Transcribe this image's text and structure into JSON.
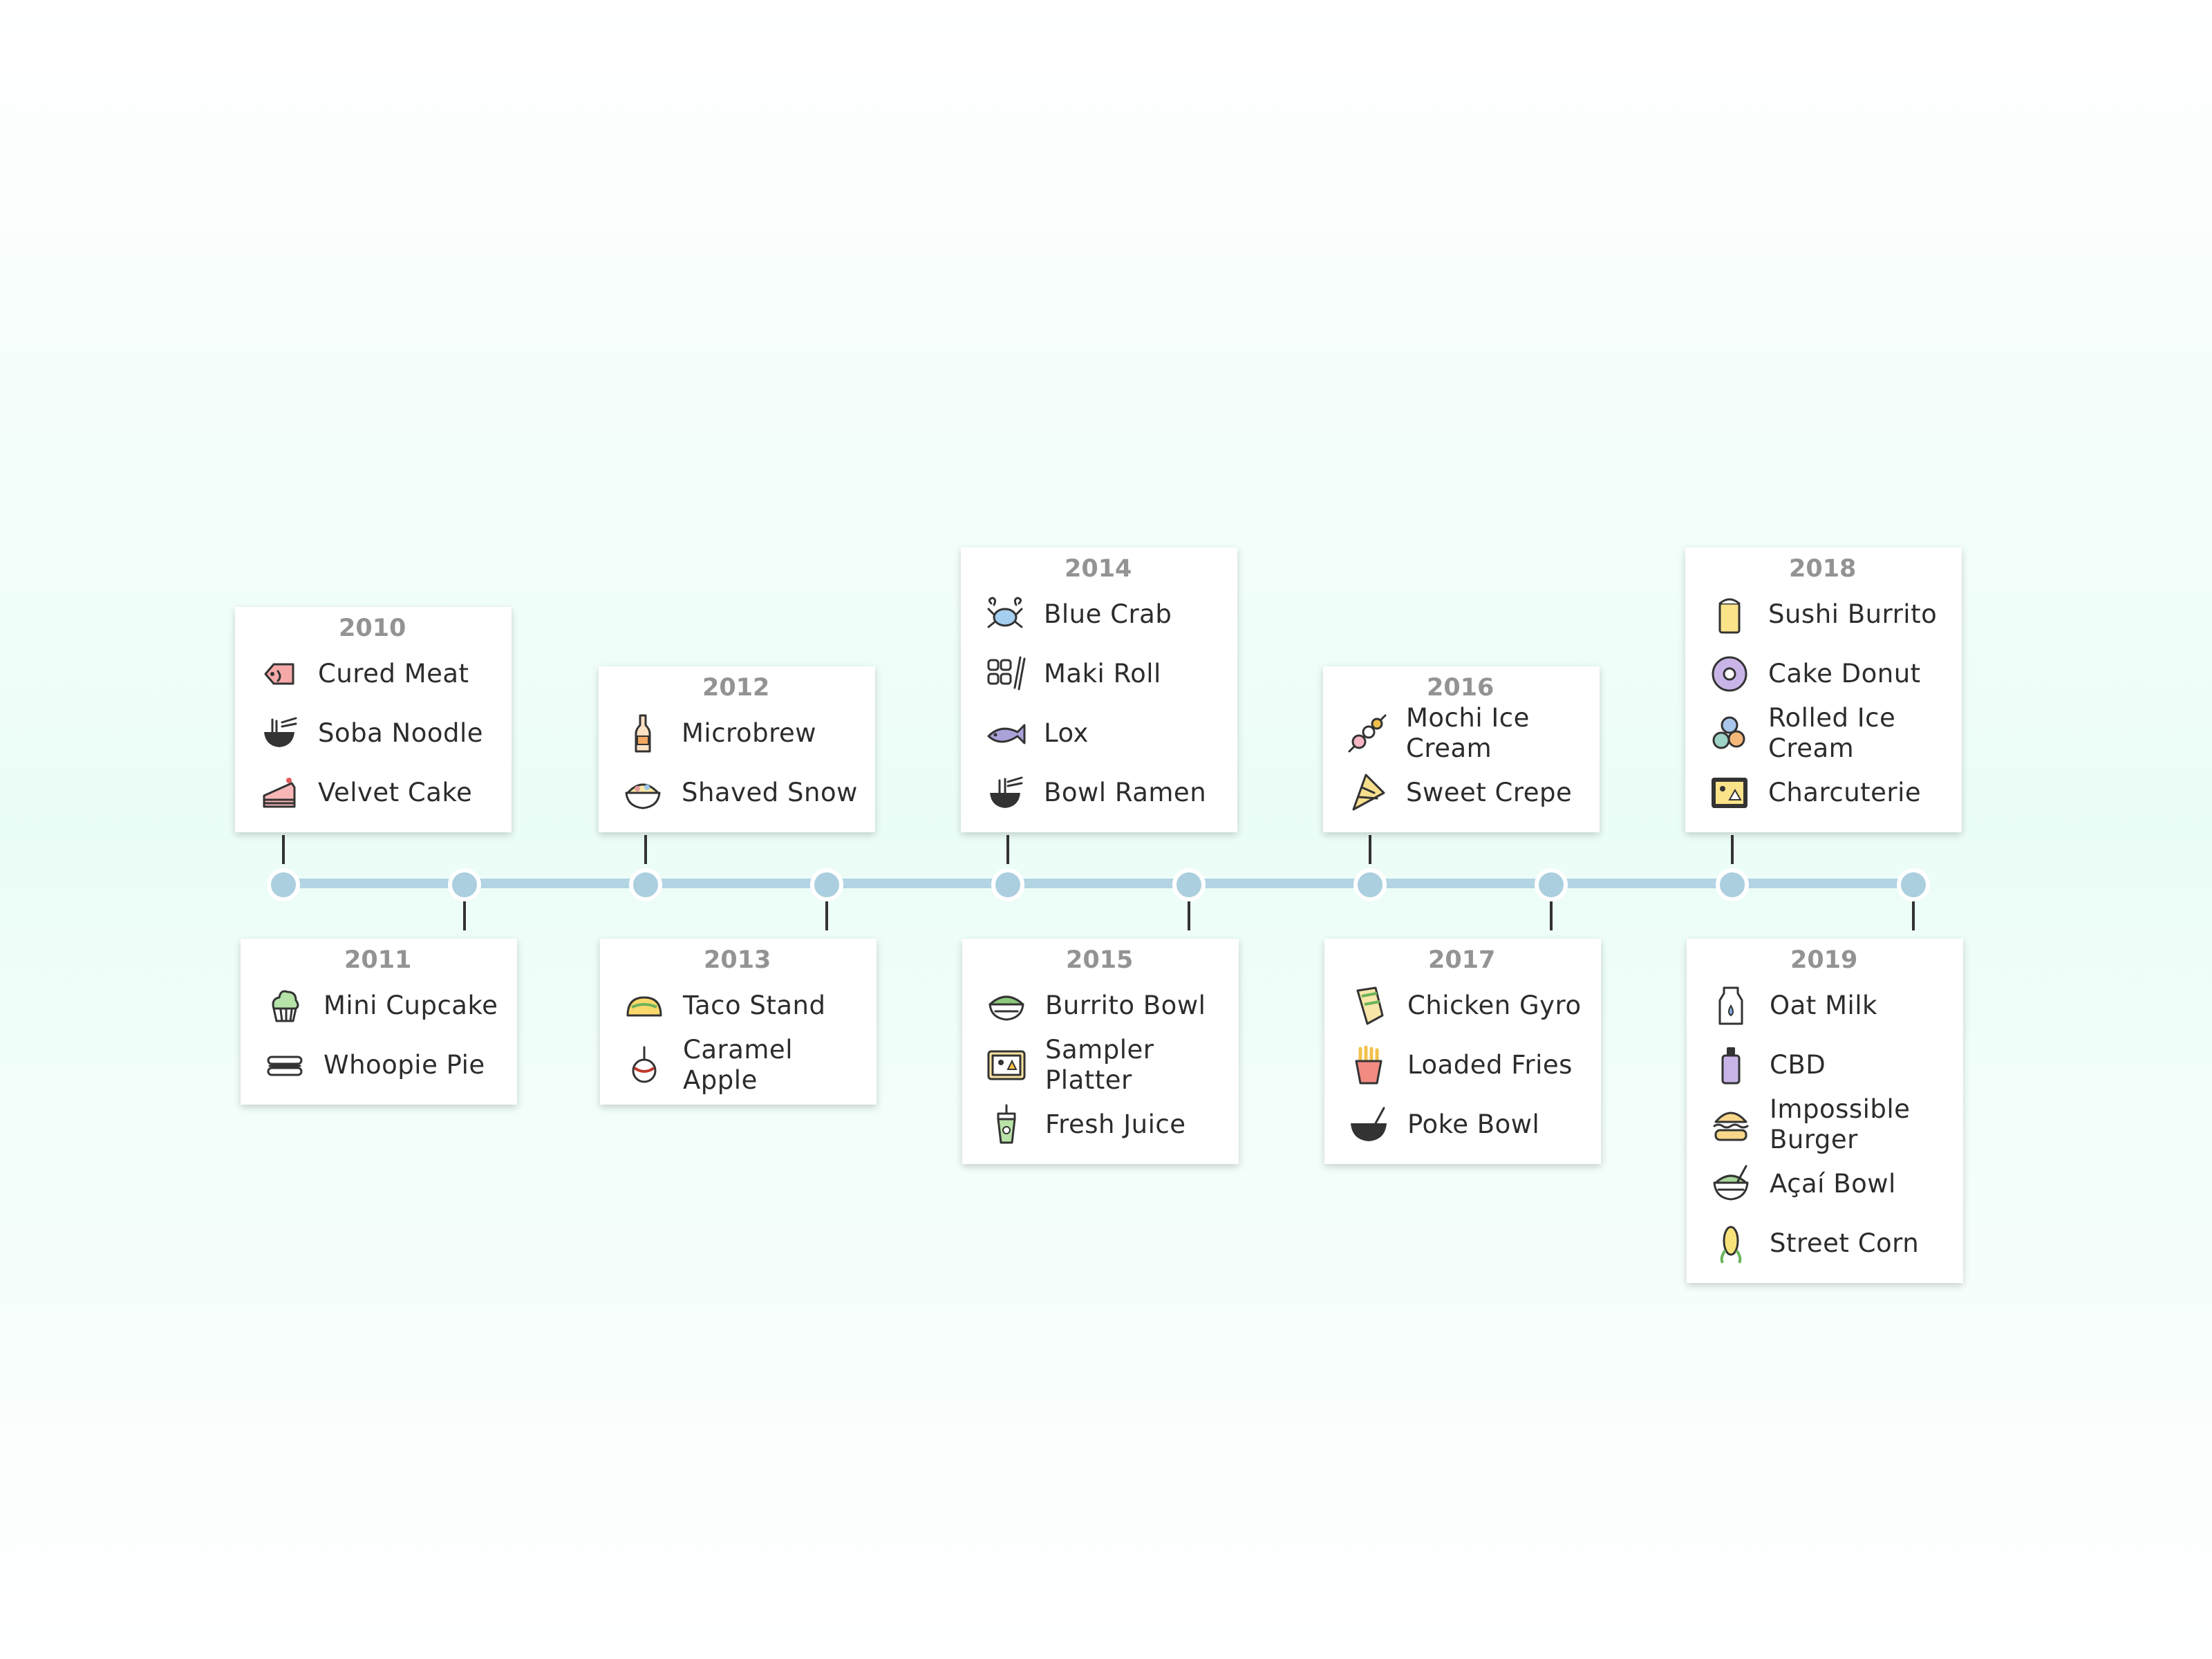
{
  "timeline": {
    "colors": {
      "line": "#b3d4e3",
      "dot": "#abcfdf",
      "year": "#939393",
      "text": "#2c2c2c"
    },
    "entries": [
      {
        "year": "2010",
        "items": [
          {
            "label": "Cured Meat",
            "icon": "meat-tag-icon"
          },
          {
            "label": "Soba Noodle",
            "icon": "noodle-bowl-icon"
          },
          {
            "label": "Velvet Cake",
            "icon": "cake-slice-icon"
          }
        ]
      },
      {
        "year": "2011",
        "items": [
          {
            "label": "Mini Cupcake",
            "icon": "cupcake-icon"
          },
          {
            "label": "Whoopie Pie",
            "icon": "whoopie-pie-icon"
          }
        ]
      },
      {
        "year": "2012",
        "items": [
          {
            "label": "Microbrew",
            "icon": "beer-bottle-icon"
          },
          {
            "label": "Shaved Snow",
            "icon": "shaved-snow-bowl-icon"
          }
        ]
      },
      {
        "year": "2013",
        "items": [
          {
            "label": "Taco Stand",
            "icon": "taco-icon"
          },
          {
            "label": "Caramel Apple",
            "icon": "caramel-apple-icon"
          }
        ]
      },
      {
        "year": "2014",
        "items": [
          {
            "label": "Blue Crab",
            "icon": "crab-icon"
          },
          {
            "label": "Maki Roll",
            "icon": "maki-roll-icon"
          },
          {
            "label": "Lox",
            "icon": "fish-icon"
          },
          {
            "label": "Bowl Ramen",
            "icon": "ramen-bowl-icon"
          }
        ]
      },
      {
        "year": "2015",
        "items": [
          {
            "label": "Burrito Bowl",
            "icon": "burrito-bowl-icon"
          },
          {
            "label": "Sampler Platter",
            "icon": "platter-icon"
          },
          {
            "label": "Fresh Juice",
            "icon": "juice-cup-icon"
          }
        ]
      },
      {
        "year": "2016",
        "items": [
          {
            "label": "Mochi Ice Cream",
            "icon": "mochi-skewer-icon"
          },
          {
            "label": "Sweet Crepe",
            "icon": "crepe-icon"
          }
        ]
      },
      {
        "year": "2017",
        "items": [
          {
            "label": "Chicken Gyro",
            "icon": "gyro-icon"
          },
          {
            "label": "Loaded Fries",
            "icon": "fries-icon"
          },
          {
            "label": "Poke Bowl",
            "icon": "poke-bowl-icon"
          }
        ]
      },
      {
        "year": "2018",
        "items": [
          {
            "label": "Sushi Burrito",
            "icon": "sushi-burrito-icon"
          },
          {
            "label": "Cake Donut",
            "icon": "donut-icon"
          },
          {
            "label": "Rolled Ice Cream",
            "icon": "rolled-ice-cream-icon"
          },
          {
            "label": "Charcuterie",
            "icon": "charcuterie-board-icon"
          }
        ]
      },
      {
        "year": "2019",
        "items": [
          {
            "label": "Oat Milk",
            "icon": "milk-carton-icon"
          },
          {
            "label": "CBD",
            "icon": "cbd-bottle-icon"
          },
          {
            "label": "Impossible Burger",
            "icon": "burger-icon"
          },
          {
            "label": "Açaí Bowl",
            "icon": "acai-bowl-icon"
          },
          {
            "label": "Street Corn",
            "icon": "corn-icon"
          }
        ]
      }
    ]
  }
}
